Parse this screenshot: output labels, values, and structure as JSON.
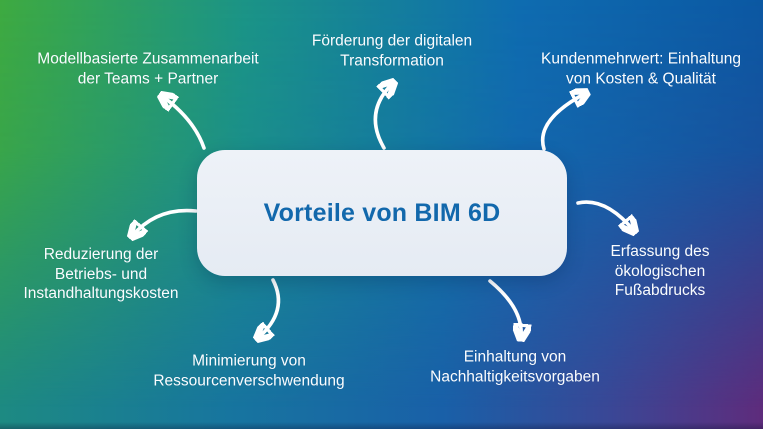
{
  "diagram": {
    "title": "Vorteile von BIM 6D",
    "benefits": [
      {
        "position": "top-left",
        "label": "Modellbasierte Zusammenarbeit\nder Teams + Partner"
      },
      {
        "position": "top-center",
        "label": "Förderung der digitalen\nTransformation"
      },
      {
        "position": "top-right",
        "label": "Kundenmehrwert: Einhaltung\nvon Kosten & Qualität"
      },
      {
        "position": "right",
        "label": "Erfassung des\nökologischen\nFußabdrucks"
      },
      {
        "position": "bottom-right",
        "label": "Einhaltung von\nNachhaltigkeitsvorgaben"
      },
      {
        "position": "bottom-center",
        "label": "Minimierung von\nRessourcenverschwendung"
      },
      {
        "position": "left",
        "label": "Reduzierung der\nBetriebs- und\nInstandhaltungskosten"
      }
    ],
    "colors": {
      "background_top_left": "#3eaa40",
      "background_top_right": "#0b58a3",
      "background_bottom_left": "#1d8a82",
      "background_bottom_right": "#5e2c7c",
      "background_center": "#0d6cb0",
      "center_box_fill": "#e8eef5",
      "title_text": "#1268ac",
      "label_text": "#ffffff",
      "arrow": "#ffffff"
    }
  }
}
